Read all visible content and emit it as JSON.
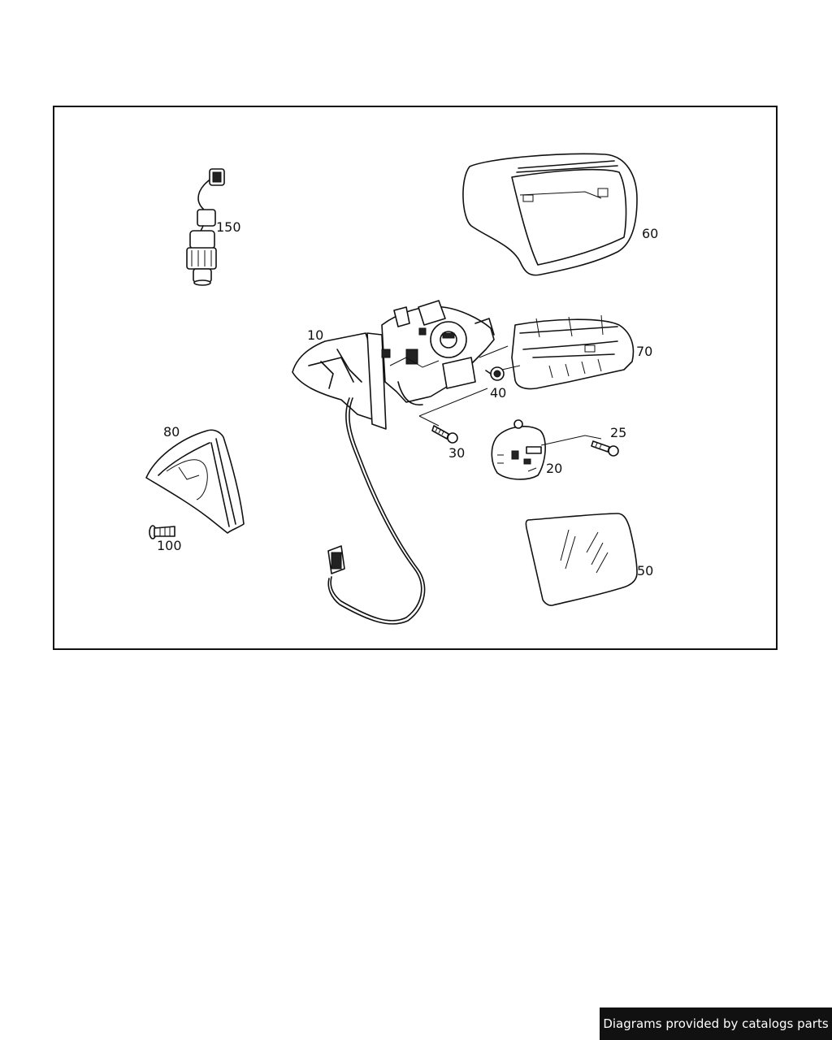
{
  "diagram": {
    "part_labels": {
      "p10": "10",
      "p20": "20",
      "p25": "25",
      "p30": "30",
      "p40": "40",
      "p50": "50",
      "p60": "60",
      "p70": "70",
      "p80": "80",
      "p100": "100",
      "p150": "150"
    },
    "line_color": "#111111"
  },
  "footer": {
    "credit": "Diagrams provided by catalogs parts"
  }
}
